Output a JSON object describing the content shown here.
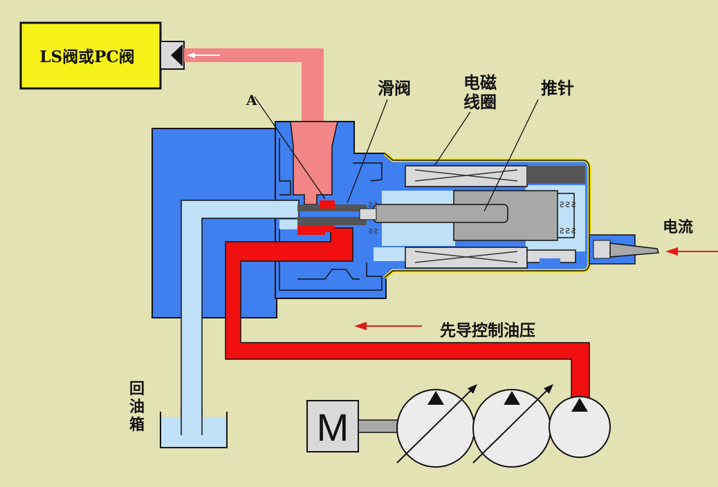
{
  "colors": {
    "background": "#e3e2b4",
    "body_blue": "#3f7ff0",
    "light_blue": "#bfe0f7",
    "pilot_red": "#f01010",
    "ls_pink": "#f28585",
    "yellow_box": "#f7f219",
    "coil_yellow": "#f0e010",
    "gray": "#a8a8a8",
    "dark_gray": "#555555",
    "arrow_red": "#e31a1a"
  },
  "labels": {
    "ls_pc_valve": "LS阀或PC阀",
    "point_a": "A",
    "spool_valve": "滑阀",
    "coil_line1": "电磁",
    "coil_line2": "线圈",
    "push_pin": "推针",
    "current": "电流",
    "pilot_pressure": "先导控制油压",
    "tank_1": "回",
    "tank_2": "油",
    "tank_3": "箱",
    "motor": "M"
  },
  "icons": {
    "motor": "motor-icon",
    "pump": "pump-icon",
    "tank": "oil-tank-icon",
    "arrow": "flow-arrow-icon"
  }
}
